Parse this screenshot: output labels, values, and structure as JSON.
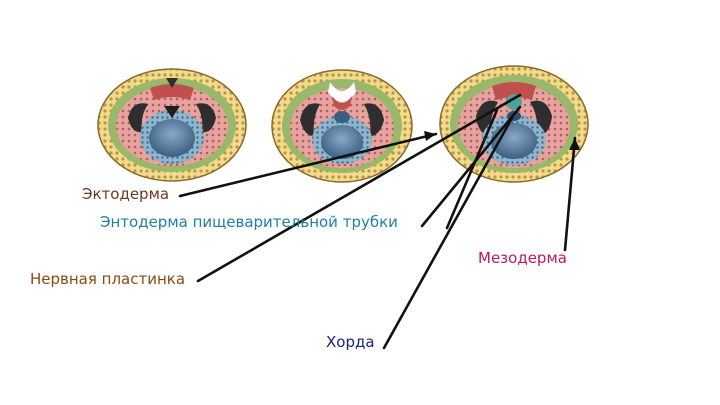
{
  "labels": {
    "ectoderm": {
      "text": "Эктодерма",
      "color": "#6b3a1f"
    },
    "endoderm": {
      "text": "Энтодерма пищеварительной трубки",
      "color": "#1f7fa6"
    },
    "neural_plate": {
      "text": "Нервная пластинка",
      "color": "#8a4a12"
    },
    "mesoderm": {
      "text": "Мезодерма",
      "color": "#c2185b"
    },
    "chorda": {
      "text": "Хорда",
      "color": "#1a237e"
    }
  },
  "palette": {
    "ectoderm_cells": "#f2dc8c",
    "green_layer": "#9ab86a",
    "mesoderm_pink": "#e7a3a0",
    "neural_red": "#c0504d",
    "dark_cavity": "#2e2e2e",
    "endoderm_blue": "#8fb6cc",
    "yolk_core": "#4d7294",
    "arrow": "#111111"
  },
  "stages": [
    {
      "name": "stage-1"
    },
    {
      "name": "stage-2"
    },
    {
      "name": "stage-3"
    }
  ]
}
